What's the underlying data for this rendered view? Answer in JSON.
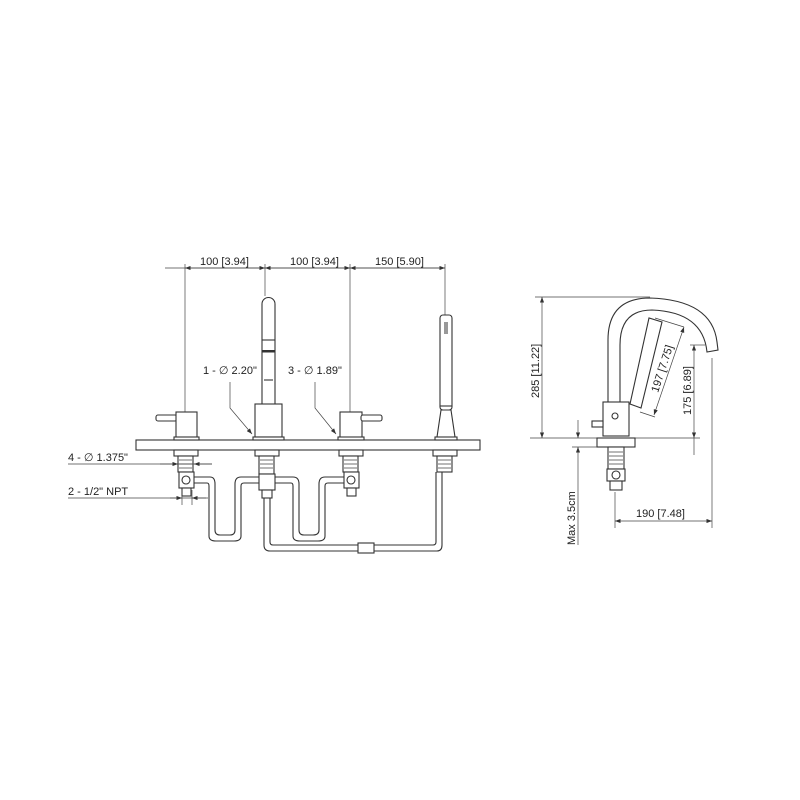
{
  "front_view": {
    "dim_top": [
      "100 [3.94]",
      "100 [3.94]",
      "150 [5.90]"
    ],
    "label_spout_hole": "1 -  ∅ 2.20\"",
    "label_handle_holes": "3 -  ∅ 1.89\"",
    "label_shank_dia": "4 -  ∅ 1.375\"",
    "label_npt": "2 - 1/2\" NPT"
  },
  "side_view": {
    "height_total": "285 [11.22]",
    "spout_length": "197 [7.75]",
    "spout_height": "175 [6.89]",
    "reach": "190 [7.48]",
    "max_deck": "Max 3.5cm"
  },
  "colors": {
    "line": "#333333",
    "background": "#ffffff"
  }
}
